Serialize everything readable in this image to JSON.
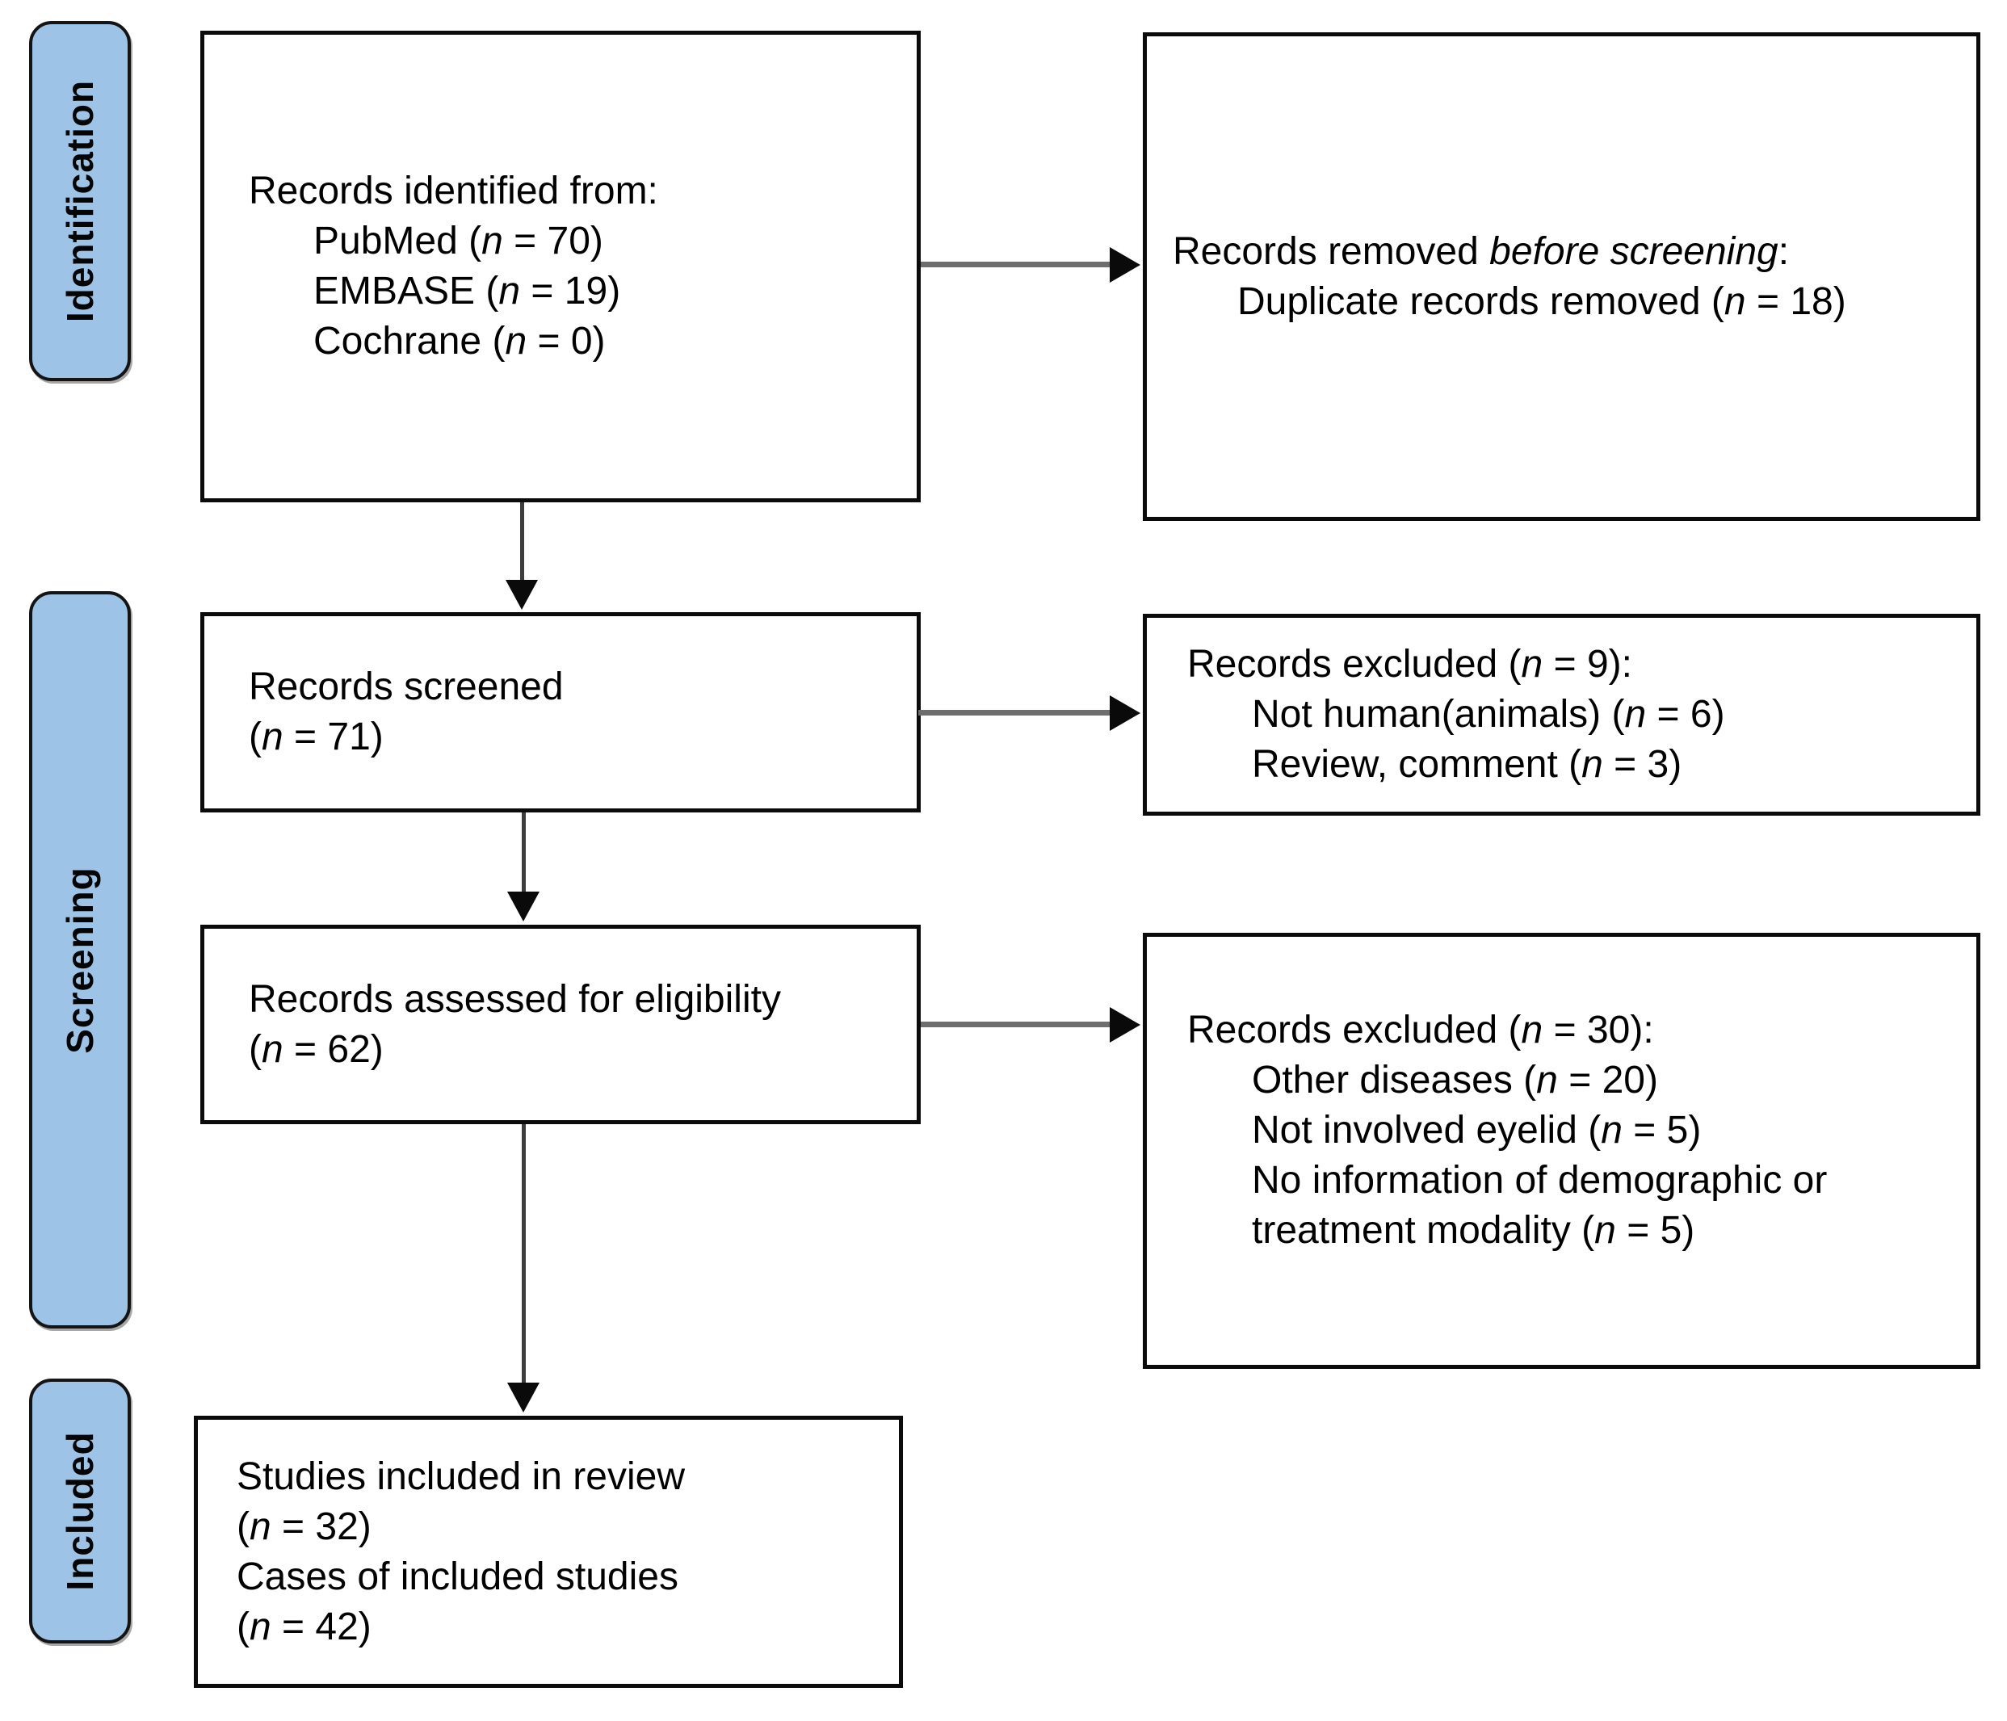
{
  "diagram": {
    "type": "prisma-flow",
    "stage_labels": {
      "identification": "Identification",
      "screening": "Screening",
      "included": "Included"
    },
    "colors": {
      "stage_fill": "#9dc3e6",
      "stage_border": "#141414",
      "box_border": "#0b0b0b",
      "horizontal_arrow_shaft": "#6e6e6e",
      "vertical_arrow_shaft": "#3d3d3d",
      "arrow_head": "#0a0a0a",
      "text": "#000000",
      "background": "#ffffff"
    },
    "boxes": {
      "identified": {
        "lines": [
          {
            "pre": "Records identified from:",
            "it": "",
            "post": ""
          },
          {
            "pre": "PubMed (",
            "it": "n",
            "post": " = 70)"
          },
          {
            "pre": "EMBASE (",
            "it": "n",
            "post": " = 19)"
          },
          {
            "pre": "Cochrane (",
            "it": "n",
            "post": " = 0)"
          }
        ]
      },
      "removed": {
        "lines": [
          {
            "pre": "Records removed ",
            "it": "before screening",
            "post": ":"
          },
          {
            "pre": "Duplicate records removed (",
            "it": "n",
            "post": " = 18)"
          }
        ]
      },
      "screened": {
        "lines": [
          {
            "pre": "Records screened",
            "it": "",
            "post": ""
          },
          {
            "pre": "(",
            "it": "n",
            "post": " = 71)"
          }
        ]
      },
      "excluded1": {
        "lines": [
          {
            "pre": "Records excluded (",
            "it": "n",
            "post": " = 9):"
          },
          {
            "pre": "Not human(animals) (",
            "it": "n",
            "post": " = 6)"
          },
          {
            "pre": "Review, comment (",
            "it": "n",
            "post": " = 3)"
          }
        ]
      },
      "assessed": {
        "lines": [
          {
            "pre": "Records assessed for eligibility",
            "it": "",
            "post": ""
          },
          {
            "pre": "(",
            "it": "n",
            "post": " = 62)"
          }
        ]
      },
      "excluded2": {
        "lines": [
          {
            "pre": "Records excluded (",
            "it": "n",
            "post": " = 30):"
          },
          {
            "pre": "Other diseases (",
            "it": "n",
            "post": " = 20)"
          },
          {
            "pre": "Not involved eyelid (",
            "it": "n",
            "post": " = 5)"
          },
          {
            "pre": "No information of demographic or",
            "it": "",
            "post": ""
          },
          {
            "pre": "treatment modality (",
            "it": "n",
            "post": " = 5)"
          }
        ]
      },
      "included": {
        "lines": [
          {
            "pre": "Studies included in review",
            "it": "",
            "post": ""
          },
          {
            "pre": "(",
            "it": "n",
            "post": " = 32)"
          },
          {
            "pre": "Cases of included studies",
            "it": "",
            "post": ""
          },
          {
            "pre": "(",
            "it": "n",
            "post": " = 42)"
          }
        ]
      }
    }
  }
}
